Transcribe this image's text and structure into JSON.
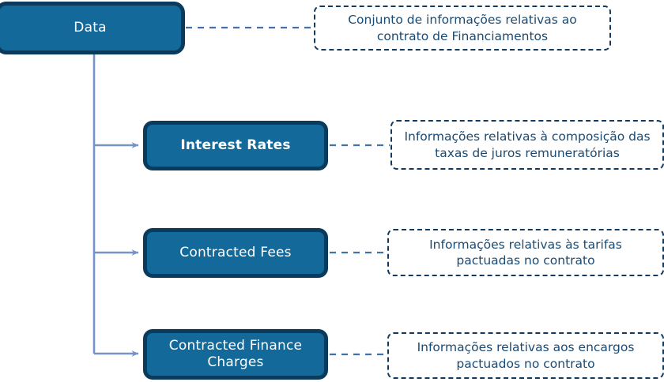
{
  "diagram": {
    "title": "Data",
    "root": {
      "label": "Data",
      "note": "Conjunto de informações relativas ao contrato de Financiamentos"
    },
    "children": [
      {
        "label": "Interest Rates",
        "note": "Informações relativas à composição das taxas de juros remuneratórias",
        "emphasis": "bold"
      },
      {
        "label": "Contracted Fees",
        "note": "Informações relativas às tarifas pactuadas no contrato",
        "emphasis": "regular"
      },
      {
        "label": "Contracted Finance Charges",
        "note": "Informações relativas aos encargos pactuados no contrato",
        "emphasis": "regular"
      }
    ],
    "colors": {
      "node_fill": "#14699b",
      "node_border": "#0a3b5c",
      "node_text": "#ffffff",
      "note_border": "#123a5e",
      "note_text": "#1b4a72",
      "connector_solid": "#7593c4",
      "connector_dashed": "#3f72a8",
      "background": "#ffffff"
    }
  }
}
